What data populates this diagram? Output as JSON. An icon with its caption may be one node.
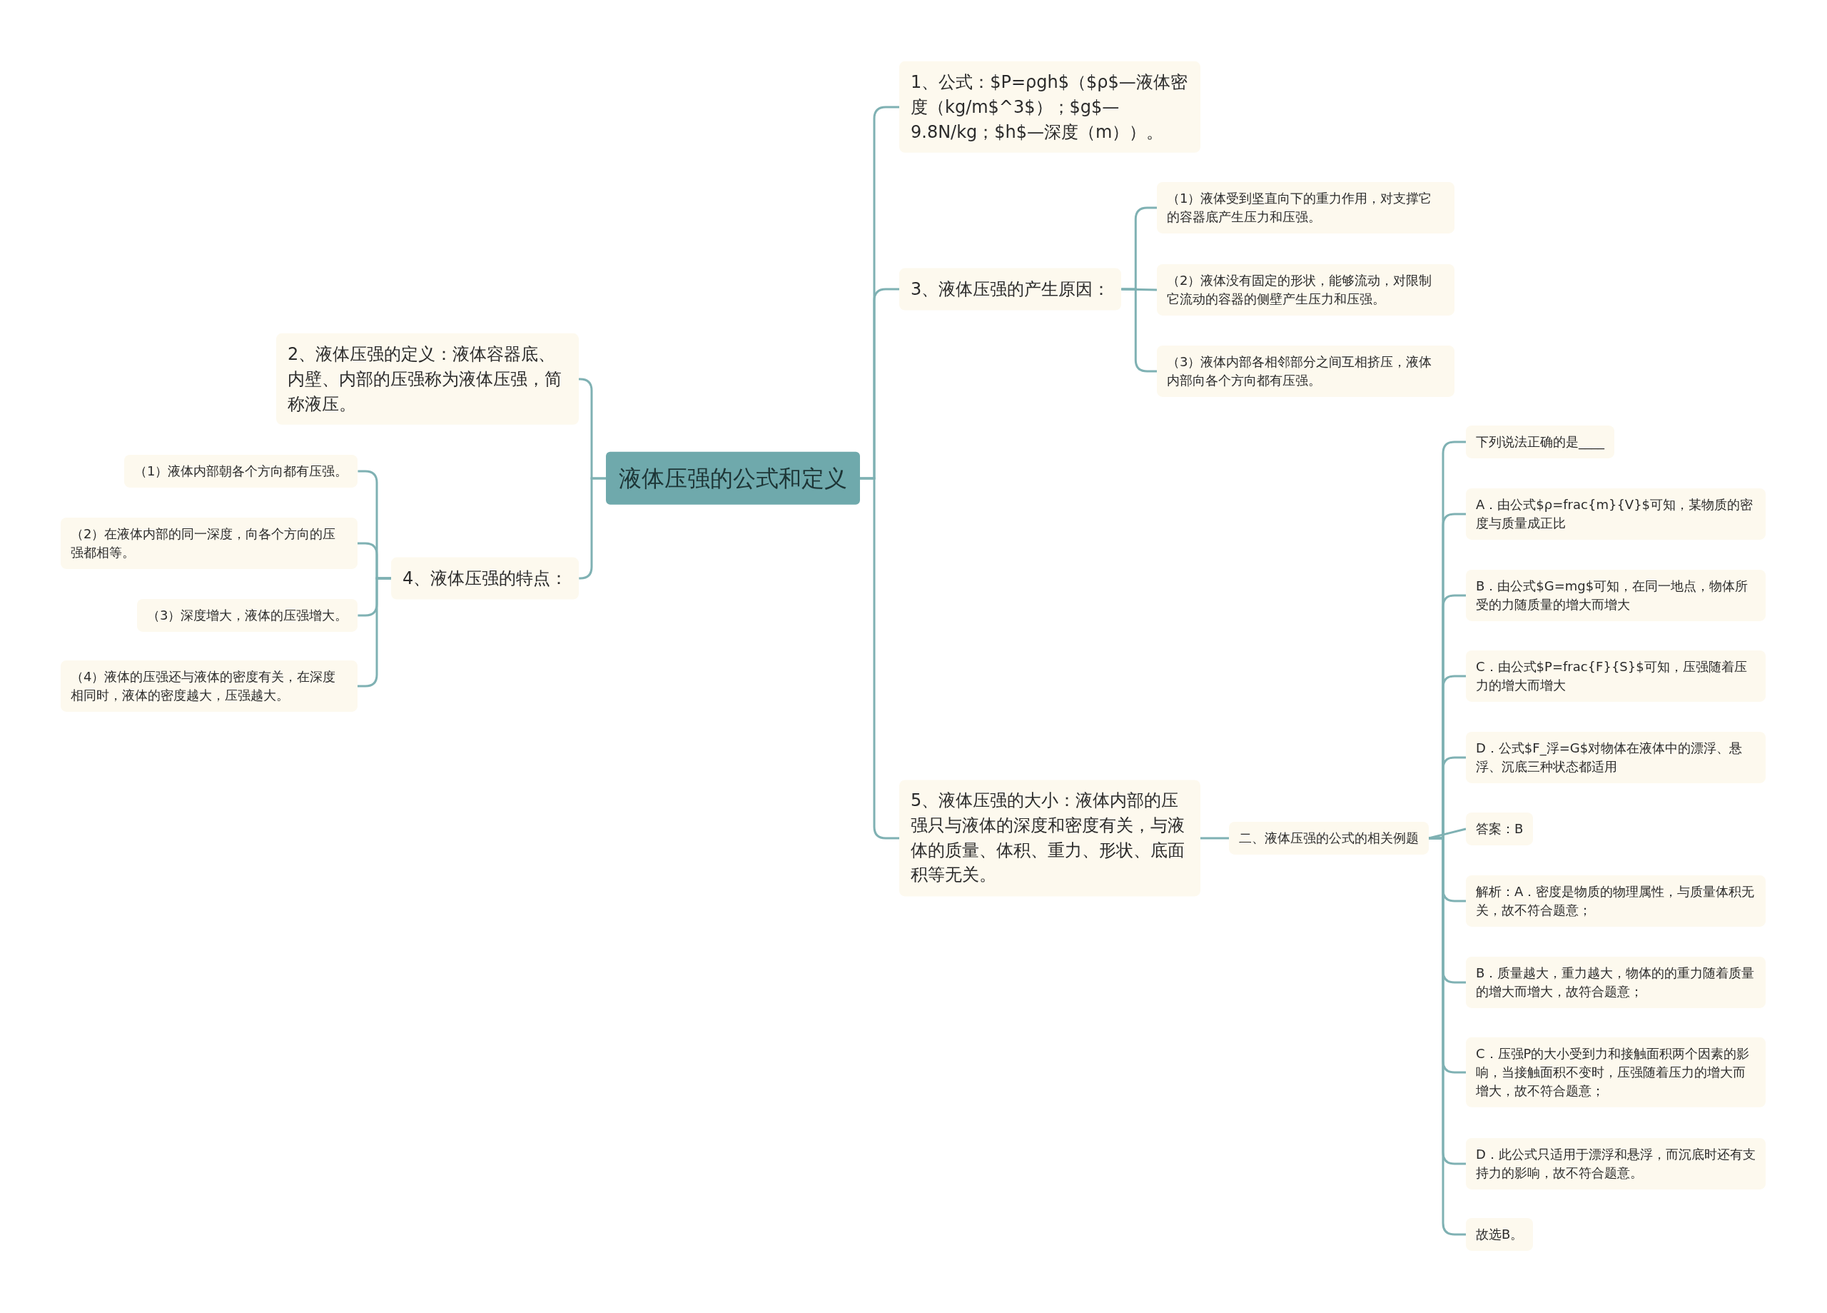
{
  "diagram": {
    "nodes": [
      {
        "text": [
          "液体压强的公式和定义"
        ]
      },
      {
        "text": [
          "1、公式：$P=ρgh$（$ρ$—液体密度（kg/m$^3$）；$g$—9.8N/kg；$h$—深度（m））。"
        ]
      },
      {
        "text": [
          "3、液体压强的产生原因："
        ]
      },
      {
        "text": [
          "（1）液体受到坚直向下的重力作用，对支撑它的容器底产生压力和压强。"
        ]
      },
      {
        "text": [
          "（2）液体没有固定的形状，能够流动，对限制它流动的容器的侧壁产生压力和压强。"
        ]
      },
      {
        "text": [
          "（3）液体内部各相邻部分之间互相挤压，液体内部向各个方向都有压强。"
        ]
      },
      {
        "text": [
          "5、液体压强的大小：液体内部的压强只与液体的深度和密度有关，与液体的质量、体积、重力、形状、底面积等无关。"
        ]
      },
      {
        "text": [
          "二、液体压强的公式的相关例题"
        ]
      },
      {
        "text": [
          "下列说法正确的是____"
        ]
      },
      {
        "text": [
          "A．由公式$ρ=frac{m}{V}$可知，某物质的密度与质量成正比"
        ]
      },
      {
        "text": [
          "B．由公式$G=mg$可知，在同一地点，物体所受的力随质量的增大而增大"
        ]
      },
      {
        "text": [
          "C．由公式$P=frac{F}{S}$可知，压强随着压力的增大而增大"
        ]
      },
      {
        "text": [
          "D．公式$F_浮=G$对物体在液体中的漂浮、悬浮、沉底三种状态都适用"
        ]
      },
      {
        "text": [
          "答案：B"
        ]
      },
      {
        "text": [
          "解析：A．密度是物质的物理属性，与质量体积无关，故不符合题意；"
        ]
      },
      {
        "text": [
          "B．质量越大，重力越大，物体的的重力随着质量的增大而增大，故符合题意；"
        ]
      },
      {
        "text": [
          "C．压强P的大小受到力和接触面积两个因素的影响，当接触面积不变时，压强随着压力的增大而增大，故不符合题意；"
        ]
      },
      {
        "text": [
          "D．此公式只适用于漂浮和悬浮，而沉底时还有支持力的影响，故不符合题意。"
        ]
      },
      {
        "text": [
          "故选B。"
        ]
      },
      {
        "text": [
          "2、液体压强的定义：液体容器底、内壁、内部的压强称为液体压强，简称液压。"
        ]
      },
      {
        "text": [
          "4、液体压强的特点："
        ]
      },
      {
        "text": [
          "（1）液体内部朝各个方向都有压强。"
        ]
      },
      {
        "text": [
          "（2）在液体内部的同一深度，向各个方向的压强都相等。"
        ]
      },
      {
        "text": [
          "（3）深度增大，液体的压强增大。"
        ]
      },
      {
        "text": [
          "（4）液体的压强还与液体的密度有关，在深度相同时，液体的密度越大，压强越大。"
        ]
      }
    ],
    "edges": [
      {
        "from": 0,
        "to": 1,
        "arrow": "none"
      },
      {
        "from": 0,
        "to": 2,
        "arrow": "none"
      },
      {
        "from": 2,
        "to": 3,
        "arrow": "none"
      },
      {
        "from": 2,
        "to": 4,
        "arrow": "none"
      },
      {
        "from": 2,
        "to": 5,
        "arrow": "none"
      },
      {
        "from": 0,
        "to": 6,
        "arrow": "none"
      },
      {
        "from": 6,
        "to": 7,
        "arrow": "none"
      },
      {
        "from": 7,
        "to": 8,
        "arrow": "none"
      },
      {
        "from": 7,
        "to": 9,
        "arrow": "none"
      },
      {
        "from": 7,
        "to": 10,
        "arrow": "none"
      },
      {
        "from": 7,
        "to": 11,
        "arrow": "none"
      },
      {
        "from": 7,
        "to": 12,
        "arrow": "none"
      },
      {
        "from": 7,
        "to": 13,
        "arrow": "none"
      },
      {
        "from": 7,
        "to": 14,
        "arrow": "none"
      },
      {
        "from": 7,
        "to": 15,
        "arrow": "none"
      },
      {
        "from": 7,
        "to": 16,
        "arrow": "none"
      },
      {
        "from": 7,
        "to": 17,
        "arrow": "none"
      },
      {
        "from": 7,
        "to": 18,
        "arrow": "none"
      },
      {
        "from": 0,
        "to": 19,
        "arrow": "none"
      },
      {
        "from": 0,
        "to": 20,
        "arrow": "none"
      },
      {
        "from": 20,
        "to": 21,
        "arrow": "none"
      },
      {
        "from": 20,
        "to": 22,
        "arrow": "none"
      },
      {
        "from": 20,
        "to": 23,
        "arrow": "none"
      },
      {
        "from": 20,
        "to": 24,
        "arrow": "none"
      }
    ]
  }
}
